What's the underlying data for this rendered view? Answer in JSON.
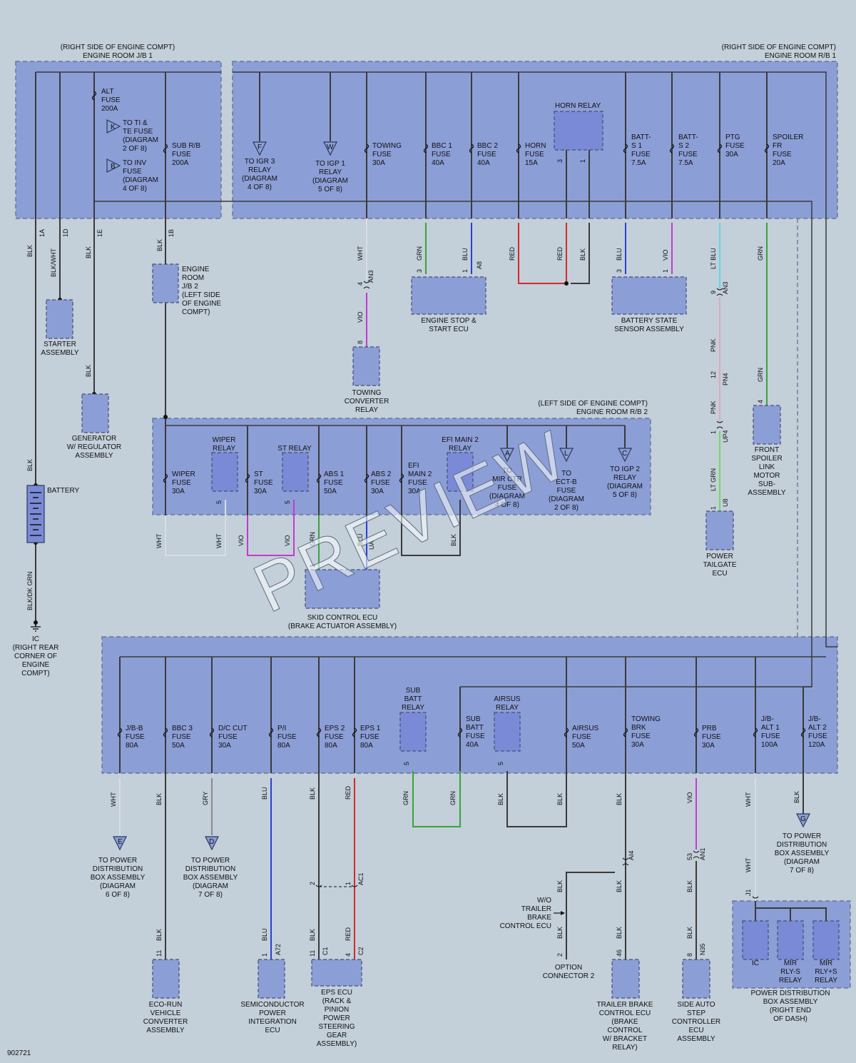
{
  "diagram_id": "902721",
  "watermark": "PREVIEW",
  "colors": {
    "background": "#c3cfd9",
    "box_fill": "#8c9ed6",
    "component_fill": "#7a8ad6",
    "wire_black": "#3a3a3a",
    "wire_white": "#d7dde4",
    "wire_grn": "#3aa33a",
    "wire_blu": "#2a3fd8",
    "wire_red": "#d42a2a",
    "wire_vio": "#c43ad0",
    "wire_pnk": "#e8a4b8",
    "wire_ltblu": "#5fd8e8",
    "wire_ltgrn": "#6ddc5a",
    "wire_gry": "#8a8a8a"
  },
  "boxes": {
    "jb1": [
      "(RIGHT SIDE OF ENGINE COMPT)",
      "ENGINE ROOM J/B 1"
    ],
    "rb1": [
      "(RIGHT SIDE OF ENGINE COMPT)",
      "ENGINE ROOM R/B 1"
    ],
    "rb2": [
      "(LEFT SIDE OF ENGINE COMPT)",
      "ENGINE ROOM R/B 2"
    ]
  },
  "fuses": {
    "alt": [
      "ALT",
      "FUSE",
      "200A"
    ],
    "sub_rb": [
      "SUB R/B",
      "FUSE",
      "200A"
    ],
    "towing": [
      "TOWING",
      "FUSE",
      "30A"
    ],
    "bbc1": [
      "BBC 1",
      "FUSE",
      "40A"
    ],
    "bbc2": [
      "BBC 2",
      "FUSE",
      "40A"
    ],
    "horn": [
      "HORN",
      "FUSE",
      "15A"
    ],
    "batt_s1": [
      "BATT-",
      "S 1",
      "FUSE",
      "7.5A"
    ],
    "batt_s2": [
      "BATT-",
      "S 2",
      "FUSE",
      "7.5A"
    ],
    "ptg": [
      "PTG",
      "FUSE",
      "30A"
    ],
    "spoiler": [
      "SPOILER",
      "FR",
      "FUSE",
      "20A"
    ],
    "wiper": [
      "WIPER",
      "FUSE",
      "30A"
    ],
    "st": [
      "ST",
      "FUSE",
      "30A"
    ],
    "abs1": [
      "ABS 1",
      "FUSE",
      "50A"
    ],
    "abs2": [
      "ABS 2",
      "FUSE",
      "30A"
    ],
    "efi_main2": [
      "EFI",
      "MAIN 2",
      "FUSE",
      "30A"
    ],
    "jbb": [
      "J/B-B",
      "FUSE",
      "80A"
    ],
    "bbc3": [
      "BBC 3",
      "FUSE",
      "50A"
    ],
    "dccut": [
      "D/C CUT",
      "FUSE",
      "30A"
    ],
    "pi": [
      "P/I",
      "FUSE",
      "80A"
    ],
    "eps2": [
      "EPS 2",
      "FUSE",
      "80A"
    ],
    "eps1": [
      "EPS 1",
      "FUSE",
      "80A"
    ],
    "subbatt": [
      "SUB",
      "BATT",
      "FUSE",
      "40A"
    ],
    "airsus": [
      "AIRSUS",
      "FUSE",
      "50A"
    ],
    "towingbrk": [
      "TOWING",
      "BRK",
      "FUSE",
      "30A"
    ],
    "prb": [
      "PRB",
      "FUSE",
      "30A"
    ],
    "jbalt1": [
      "J/B-",
      "ALT 1",
      "FUSE",
      "100A"
    ],
    "jbalt2": [
      "J/B-",
      "ALT 2",
      "FUSE",
      "120A"
    ]
  },
  "relays": {
    "horn": [
      "HORN RELAY"
    ],
    "wiper": [
      "WIPER",
      "RELAY"
    ],
    "st": [
      "ST RELAY"
    ],
    "efi_main2": [
      "EFI MAIN 2",
      "RELAY"
    ],
    "subbatt": [
      "SUB",
      "BATT",
      "RELAY"
    ],
    "airsus": [
      "AIRSUS",
      "RELAY"
    ]
  },
  "offpage": {
    "K": [
      "TO TI &",
      "TE FUSE",
      "(DIAGRAM",
      "2 OF 8)"
    ],
    "B": [
      "TO INV",
      "FUSE",
      "(DIAGRAM",
      "4 OF 8)"
    ],
    "F": [
      "TO IGR 3",
      "RELAY",
      "(DIAGRAM",
      "4 OF 8)"
    ],
    "W": [
      "TO IGP 1",
      "RELAY",
      "(DIAGRAM",
      "5 OF 8)"
    ],
    "A": [
      "TO",
      "MIR CTR",
      "FUSE",
      "(DIAGRAM",
      "4 OF 8)"
    ],
    "L": [
      "TO",
      "ECT-B",
      "FUSE",
      "(DIAGRAM",
      "2 OF 8)"
    ],
    "C": [
      "TO IGP 2",
      "RELAY",
      "(DIAGRAM",
      "5 OF 8)"
    ],
    "E": [
      "TO POWER",
      "DISTRIBUTION",
      "BOX ASSEMBLY",
      "(DIAGRAM",
      "6 OF 8)"
    ],
    "D": [
      "TO POWER",
      "DISTRIBUTION",
      "BOX ASSEMBLY",
      "(DIAGRAM",
      "7 OF 8)"
    ],
    "G": [
      "TO POWER",
      "DISTRIBUTION",
      "BOX ASSEMBLY",
      "(DIAGRAM",
      "7 OF 8)"
    ]
  },
  "components": {
    "starter": [
      "STARTER",
      "ASSEMBLY"
    ],
    "generator": [
      "GENERATOR",
      "W/ REGULATOR",
      "ASSEMBLY"
    ],
    "battery": [
      "BATTERY"
    ],
    "ground_ic": [
      "IC",
      "(RIGHT REAR",
      "CORNER OF",
      "ENGINE",
      "COMPT)"
    ],
    "jb2": [
      "ENGINE",
      "ROOM",
      "J/B 2",
      "(LEFT SIDE",
      "OF ENGINE",
      "COMPT)"
    ],
    "towing_conv": [
      "TOWING",
      "CONVERTER",
      "RELAY"
    ],
    "engine_stop": [
      "ENGINE STOP &",
      "START ECU"
    ],
    "battery_state": [
      "BATTERY STATE",
      "SENSOR ASSEMBLY"
    ],
    "tailgate": [
      "POWER",
      "TAILGATE",
      "ECU"
    ],
    "spoiler_motor": [
      "FRONT",
      "SPOILER",
      "LINK",
      "MOTOR",
      "SUB-",
      "ASSEMBLY"
    ],
    "skid": [
      "SKID CONTROL ECU",
      "(BRAKE ACTUATOR ASSEMBLY)"
    ],
    "ecorun": [
      "ECO-RUN",
      "VEHICLE",
      "CONVERTER",
      "ASSEMBLY"
    ],
    "semicon": [
      "SEMICONDUCTOR",
      "POWER",
      "INTEGRATION",
      "ECU"
    ],
    "eps_ecu": [
      "EPS ECU",
      "(RACK &",
      "PINION",
      "POWER",
      "STEERING",
      "GEAR",
      "ASSEMBLY)"
    ],
    "wo_trailer": [
      "W/O",
      "TRAILER",
      "BRAKE",
      "CONTROL ECU"
    ],
    "option_conn": [
      "OPTION",
      "CONNECTOR 2"
    ],
    "trailer_ecu": [
      "TRAILER BRAKE",
      "CONTROL ECU",
      "(BRAKE",
      "CONTROL",
      "W/ BRACKET",
      "RELAY)"
    ],
    "side_step": [
      "SIDE AUTO",
      "STEP",
      "CONTROLLER",
      "ECU",
      "ASSEMBLY"
    ],
    "pdb": [
      "POWER DISTRIBUTION",
      "BOX ASSEMBLY",
      "(RIGHT END",
      "OF DASH)"
    ],
    "pdb_ic": [
      "IC"
    ],
    "mir1": [
      "MIR",
      "RLY-S",
      "RELAY"
    ],
    "mir2": [
      "MIR",
      "RLY+S",
      "RELAY"
    ]
  },
  "wire_colors": {
    "blk": "BLK",
    "blkwht": "BLK/WHT",
    "blkdkgrn": "BLK/DK GRN",
    "wht": "WHT",
    "vio": "VIO",
    "grn": "GRN",
    "blu": "BLU",
    "red": "RED",
    "ltblu": "LT BLU",
    "pnk": "PNK",
    "ltgrn": "LT GRN",
    "gry": "GRY"
  },
  "connectors": {
    "1A": "1A",
    "1D": "1D",
    "1E": "1E",
    "1B": "1B",
    "AN3": "AN3",
    "A8": "A8",
    "UP4": "UP4",
    "PN4": "PN4",
    "U8": "U8",
    "AI4": "AI4",
    "AN1": "AN1",
    "AC1": "AC1",
    "A72": "A72",
    "C1": "C1",
    "C2": "C2",
    "N35": "N35",
    "J1": "J1",
    "UA": "UA"
  },
  "pins": {
    "p1": "1",
    "p2": "2",
    "p3": "3",
    "p4": "4",
    "p5": "5",
    "p8": "8",
    "p9": "9",
    "p11": "11",
    "p12": "12",
    "p46": "46",
    "p53": "53"
  }
}
